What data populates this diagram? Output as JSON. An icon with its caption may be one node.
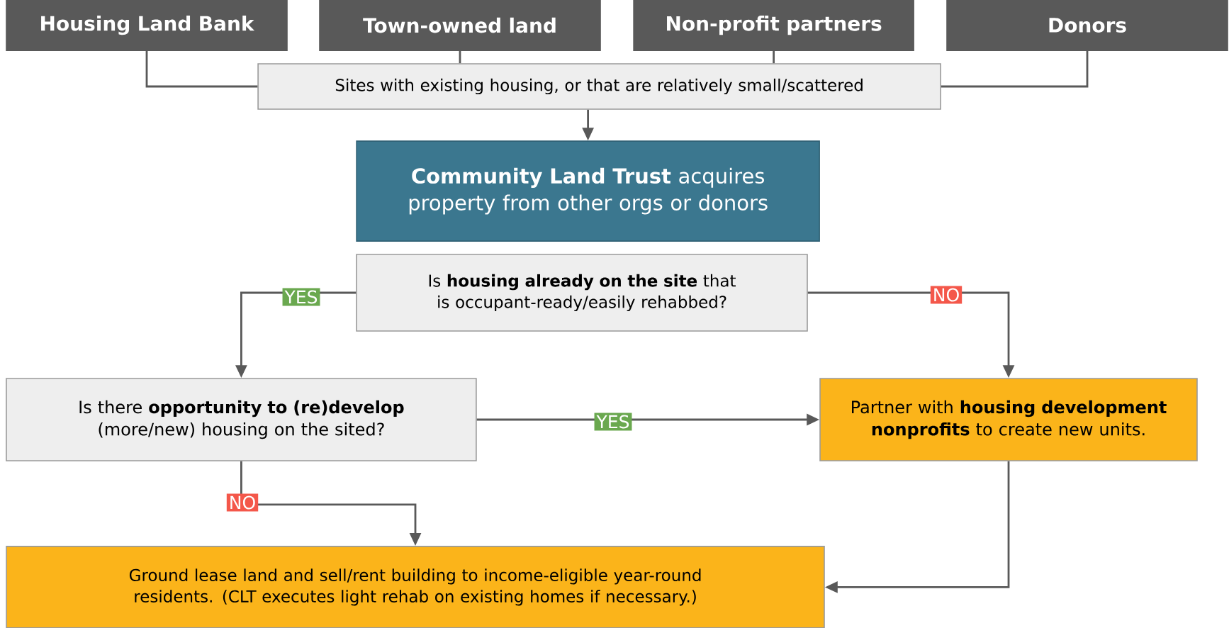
{
  "diagram": {
    "nodes": [
      {
        "text": [
          "Housing Land Bank"
        ]
      },
      {
        "text": [
          "Town-owned land"
        ]
      },
      {
        "text": [
          "Non-profit partners"
        ]
      },
      {
        "text": [
          "Donors"
        ]
      },
      {
        "text": [
          "Sites with existing housing, or that are relatively small/scattered"
        ]
      },
      {
        "text": [
          "**Community Land Trust** acquires property from other orgs or donors"
        ]
      },
      {
        "text": [
          "Is **housing already on the site** that is occupant-ready/easily rehabbed?"
        ]
      },
      {
        "text": [
          "Is there **opportunity to (re)develop** (more/new) housing on the sited?"
        ]
      },
      {
        "text": [
          "Partner with **housing development nonprofits** to create new units."
        ]
      },
      {
        "text": [
          "Ground lease land and sell/rent building to income-eligible year-round residents. (CLT executes light rehab on existing homes if necessary.)"
        ]
      }
    ],
    "edges": [
      {
        "from": 0,
        "to": 4,
        "arrow": "none"
      },
      {
        "from": 1,
        "to": 4,
        "arrow": "none"
      },
      {
        "from": 2,
        "to": 4,
        "arrow": "none"
      },
      {
        "from": 3,
        "to": 4,
        "arrow": "none"
      },
      {
        "from": 4,
        "to": 5,
        "arrow": "to"
      },
      {
        "from": 6,
        "to": 7,
        "arrow": "to",
        "label": "YES"
      },
      {
        "from": 6,
        "to": 8,
        "arrow": "to",
        "label": "NO"
      },
      {
        "from": 7,
        "to": 8,
        "arrow": "to",
        "label": "YES"
      },
      {
        "from": 7,
        "to": 9,
        "arrow": "to",
        "label": "NO"
      },
      {
        "from": 8,
        "to": 9,
        "arrow": "to"
      }
    ]
  }
}
